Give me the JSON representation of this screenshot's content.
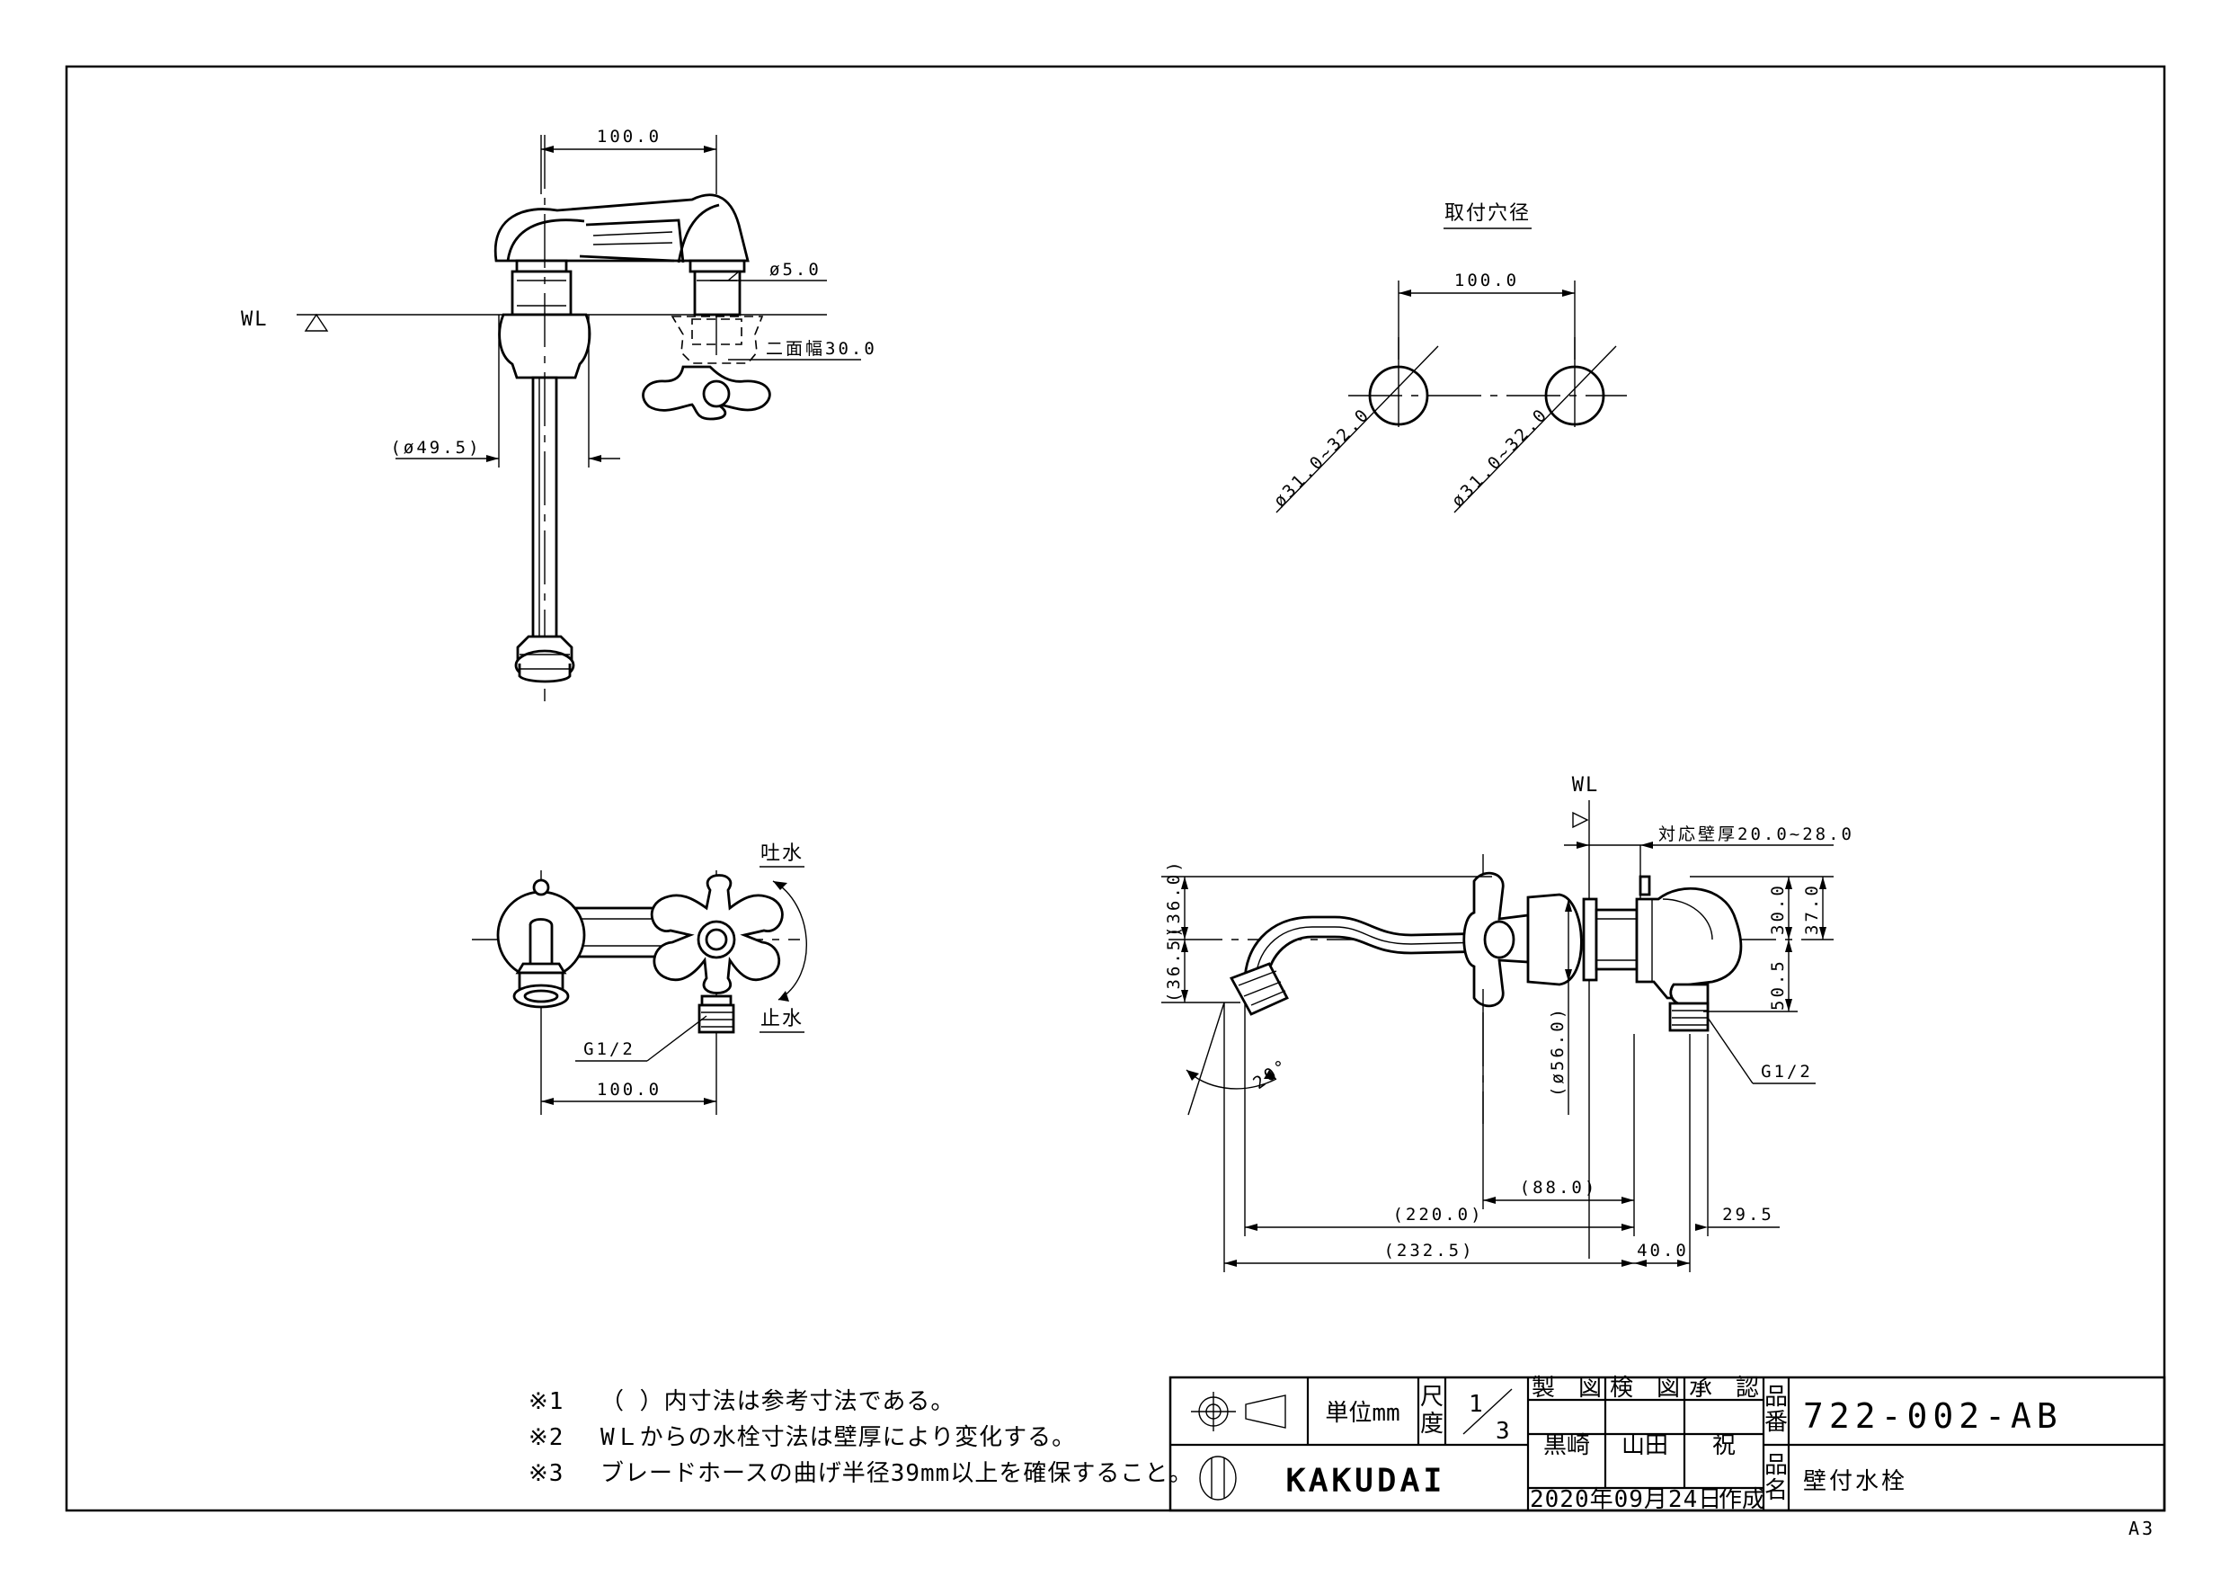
{
  "sheet_size": "A3",
  "level_mark": "WL",
  "top_view": {
    "dim_width": "100.0",
    "dim_pipe": "ø5.0",
    "dim_across_flats": "二面幅30.0",
    "dim_body": "(ø49.5)"
  },
  "hole_view": {
    "title": "取付穴径",
    "dim_pitch": "100.0",
    "dim_hole_left": "ø31.0~32.0",
    "dim_hole_right": "ø31.0~32.0"
  },
  "front_view": {
    "label_open": "吐水",
    "label_close": "止水",
    "thread": "G1/2",
    "dim_width": "100.0"
  },
  "side_view": {
    "wall_thickness": "対応壁厚20.0~28.0",
    "dim_37": "37.0",
    "dim_30": "30.0",
    "dim_50_5": "50.5",
    "thread": "G1/2",
    "dim_36_0": "(36.0)",
    "dim_36_5": "(36.5)",
    "dim_56": "(ø56.0)",
    "angle": "20°",
    "dim_88": "(88.0)",
    "dim_220": "(220.0)",
    "dim_29_5": "29.5",
    "dim_232_5": "(232.5)",
    "dim_40": "40.0"
  },
  "notes": [
    {
      "mark": "※1",
      "text": "（ ）内寸法は参考寸法である。"
    },
    {
      "mark": "※2",
      "text": "WＬからの水栓寸法は壁厚により変化する。"
    },
    {
      "mark": "※3",
      "text": "ブレードホースの曲げ半径39mm以上を確保すること。"
    }
  ],
  "title_block": {
    "unit_label": "単位mm",
    "scale_label_1": "尺",
    "scale_label_2": "度",
    "scale_num": "1",
    "scale_den": "3",
    "col_drafted": "製　図",
    "col_checked": "検　図",
    "col_approved": "承　認",
    "drafted_by": "黒崎",
    "checked_by": "山田",
    "approved_by": "祝",
    "part_no_label_1": "品",
    "part_no_label_2": "番",
    "part_no": "722-002-AB",
    "part_name_label_1": "品",
    "part_name_label_2": "名",
    "part_name": "壁付水栓",
    "brand": "KAKUDAI",
    "date": "2020年09月24日",
    "date_suffix": "作成"
  }
}
